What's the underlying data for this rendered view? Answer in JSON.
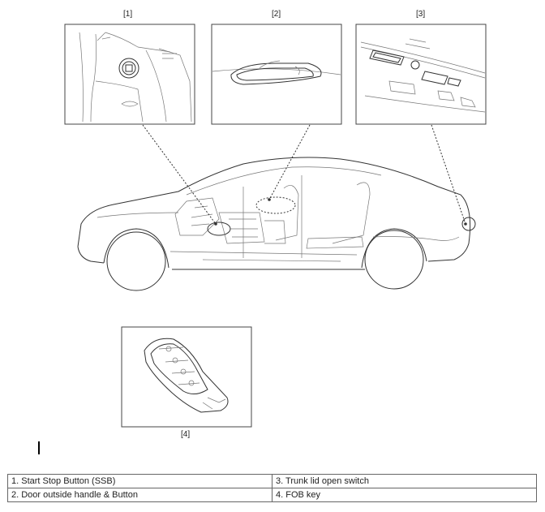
{
  "figure": {
    "callouts": [
      {
        "id": "1",
        "label": "[1]"
      },
      {
        "id": "2",
        "label": "[2]"
      },
      {
        "id": "3",
        "label": "[3]"
      },
      {
        "id": "4",
        "label": "[4]"
      }
    ]
  },
  "legend": {
    "rows": [
      [
        "1. Start Stop Button (SSB)",
        "3. Trunk lid open switch"
      ],
      [
        "2. Door outside handle & Button",
        "4. FOB key"
      ]
    ]
  }
}
